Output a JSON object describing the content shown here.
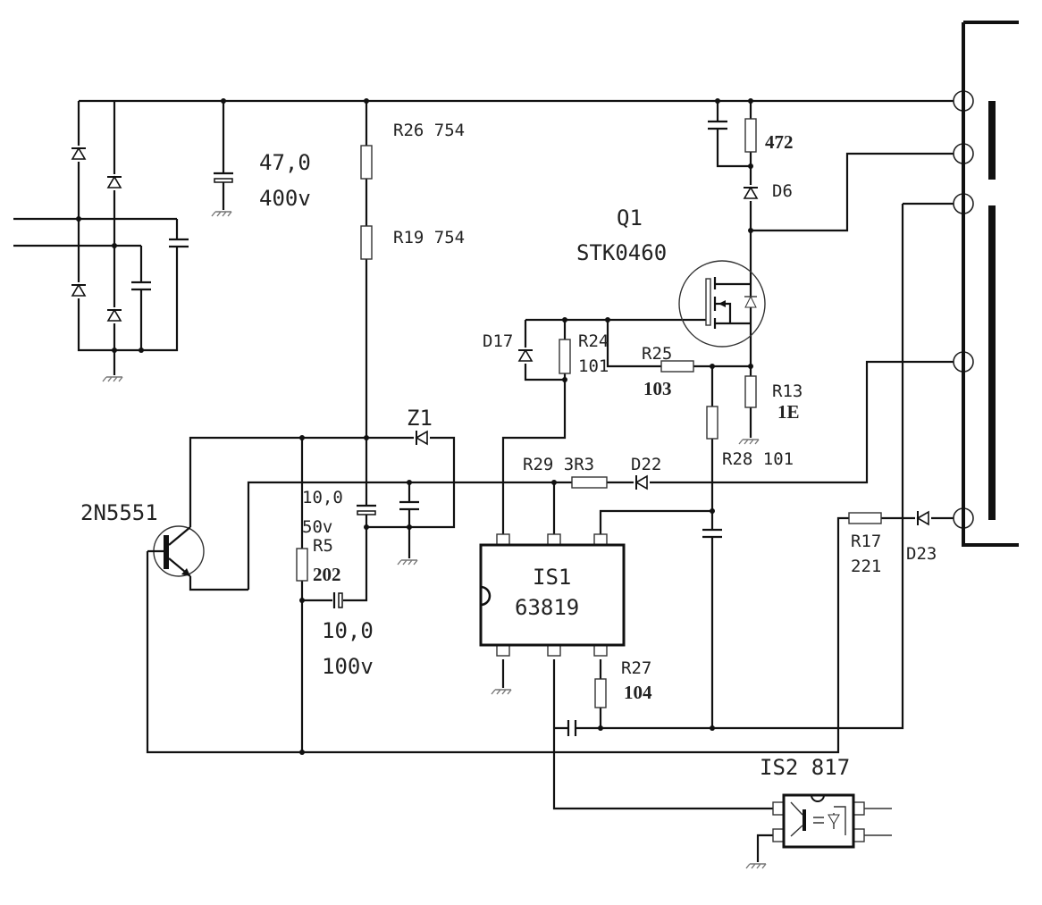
{
  "title": "STK0460 / 63819 flyback power supply schematic",
  "labels": {
    "c_bulk_value": "47,0",
    "c_bulk_voltage": "400v",
    "r26": "R26 754",
    "r19": "R19 754",
    "r_snubber": "472",
    "d6": "D6",
    "q1_ref": "Q1",
    "q1_part": "STK0460",
    "d17": "D17",
    "r24_ref": "R24",
    "r24_val": "101",
    "r25_ref": "R25",
    "r25_val": "103",
    "r13_ref": "R13",
    "r13_val": "1E",
    "z1": "Z1",
    "r29": "R29 3R3",
    "d22": "D22",
    "r28": "R28 101",
    "transistor": "2N5551",
    "c_50v_value": "10,0",
    "c_50v_voltage": "50v",
    "r5_ref": "R5",
    "r5_val": "202",
    "is1_ref": "IS1",
    "is1_part": "63819",
    "c_100v_value": "10,0",
    "c_100v_voltage": "100v",
    "r27_ref": "R27",
    "r27_val": "104",
    "r17_ref": "R17",
    "r17_val": "221",
    "d23": "D23",
    "is2": "IS2 817"
  }
}
